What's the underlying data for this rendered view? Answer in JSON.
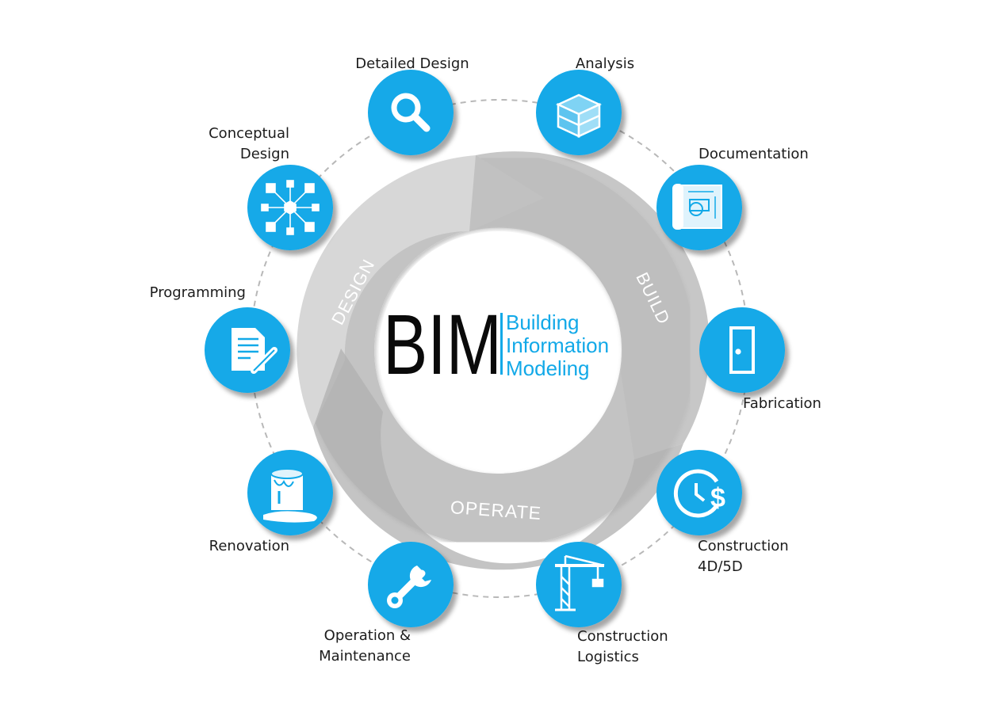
{
  "center": {
    "acronym": "BIM",
    "line1": "Building",
    "line2": "Information",
    "line3": "Modeling"
  },
  "phases": {
    "design": "DESIGN",
    "build": "BUILD",
    "operate": "OPERATE"
  },
  "stages": {
    "detailed_design": "Detailed Design",
    "analysis": "Analysis",
    "documentation": "Documentation",
    "fabrication": "Fabrication",
    "construction_4d5d": "Construction\n4D/5D",
    "construction_logistics": "Construction\nLogistics",
    "operation_maintenance": "Operation &\nMaintenance",
    "renovation": "Renovation",
    "programming": "Programming",
    "conceptual_design": "Conceptual\nDesign"
  },
  "colors": {
    "accent_blue": "#12a9e8",
    "arrow_gray": "#c2c2c2",
    "arrow_gray_dark": "#b3b3b3",
    "text_dark": "#1c1c1c"
  },
  "icons": [
    "magnifier-icon",
    "cube-icon",
    "blueprint-icon",
    "door-icon",
    "clock-dollar-icon",
    "crane-icon",
    "wrench-icon",
    "paint-bucket-icon",
    "document-pen-icon",
    "network-icon"
  ]
}
